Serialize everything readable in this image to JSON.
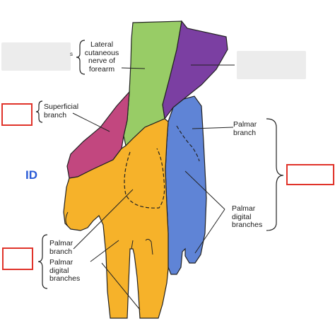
{
  "labels": {
    "lateral_cutaneous": "Lateral\ncutaneous\nnerve of\nforearm",
    "superficial_branch": "Superficial\nbranch",
    "palmar_branch_ulnar": "Palmar\nbranch",
    "palmar_digital_ulnar": "Palmar\ndigital\nbranches",
    "palmar_branch_median": "Palmar\nbranch",
    "palmar_digital_median": "Palmar\ndigital\nbranches",
    "id_tag": "ID",
    "tiny_s": "s"
  },
  "colors": {
    "median": "#f6b22a",
    "ulnar": "#5f84d6",
    "radial": "#c2477f",
    "musculocutaneous": "#98cc66",
    "medial_cutaneous": "#7b3fa2",
    "outline": "#222222",
    "blank_red_border": "#e0332a",
    "blank_gray": "#ececec",
    "id_color": "#2a5bd6"
  }
}
